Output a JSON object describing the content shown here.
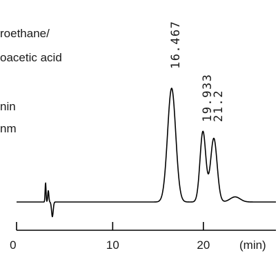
{
  "conditions": {
    "line1": "roethane/",
    "line2": "oacetic acid",
    "line3": "nin",
    "line4": "nm"
  },
  "chart_data": {
    "type": "line",
    "xlabel": "(min)",
    "xlim": [
      -0.6,
      28.0
    ],
    "xticks": [
      0,
      10,
      20
    ],
    "xtick_labels": [
      "0",
      "10",
      "20"
    ],
    "grid": false,
    "peak_labels": [
      "16.467",
      "19.933",
      "21.2"
    ],
    "peaks": [
      {
        "time": 16.5,
        "height": 1.0,
        "width": 0.45
      },
      {
        "time": 19.95,
        "height": 0.62,
        "width": 0.32
      },
      {
        "time": 21.15,
        "height": 0.56,
        "width": 0.36
      },
      {
        "time": 23.5,
        "height": 0.045,
        "width": 0.55
      }
    ],
    "artifacts": [
      {
        "time": 2.6,
        "height": 0.17,
        "width": 0.05
      },
      {
        "time": 2.9,
        "height": 0.1,
        "width": 0.06
      },
      {
        "time": 3.35,
        "height": -0.13,
        "width": 0.09
      }
    ]
  }
}
